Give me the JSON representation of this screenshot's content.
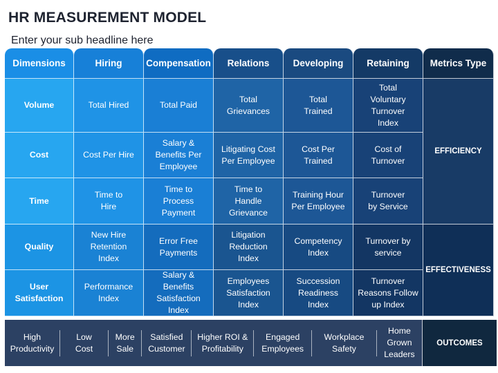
{
  "title": "HR MEASUREMENT MODEL",
  "subtitle": "Enter your sub headline here",
  "headers": [
    "Dimensions",
    "Hiring",
    "Compensation",
    "Relations",
    "Developing",
    "Retaining",
    "Metrics Type"
  ],
  "rows": [
    {
      "label": "Volume",
      "cells": [
        "Total Hired",
        "Total Paid",
        "Total\nGrievances",
        "Total\nTrained",
        "Total\nVoluntary\nTurnover\nIndex"
      ]
    },
    {
      "label": "Cost",
      "cells": [
        "Cost Per Hire",
        "Salary &\nBenefits Per\nEmployee",
        "Litigating Cost\nPer Employee",
        "Cost Per\nTrained",
        "Cost of\nTurnover"
      ]
    },
    {
      "label": "Time",
      "cells": [
        "Time to\nHire",
        "Time to\nProcess\nPayment",
        "Time to\nHandle\nGrievance",
        "Training Hour\nPer Employee",
        "Turnover\nby Service"
      ]
    },
    {
      "label": "Quality",
      "cells": [
        "New Hire\nRetention\nIndex",
        "Error Free\nPayments",
        "Litigation\nReduction\nIndex",
        "Competency\nIndex",
        "Turnover by\nservice"
      ]
    },
    {
      "label": "User\nSatisfaction",
      "cells": [
        "Performance\nIndex",
        "Salary &\nBenefits\nSatisfaction\nIndex",
        "Employees\nSatisfaction\nIndex",
        "Succession\nReadiness\nIndex",
        "Turnover\nReasons Follow\nup Index"
      ]
    }
  ],
  "metrics": {
    "efficiency": "EFFICIENCY",
    "effectiveness": "EFFECTIVENESS"
  },
  "outcomes_label": "OUTCOMES",
  "outcomes": [
    "High\nProductivity",
    "Low\nCost",
    "More\nSale",
    "Satisfied\nCustomer",
    "Higher ROI &\nProfitability",
    "Engaged\nEmployees",
    "Workplace\nSafety",
    "Home\nGrown\nLeaders"
  ],
  "colors": {
    "columns": [
      "#2196e8",
      "#1e88e0",
      "#1673c8",
      "#1b5c9c",
      "#1b4f88",
      "#173f73"
    ],
    "header_row": [
      "#1a8ee6",
      "#1883dd",
      "#1068c0",
      "#184f8a",
      "#1a4a7e",
      "#133a66",
      "#10304f"
    ]
  }
}
